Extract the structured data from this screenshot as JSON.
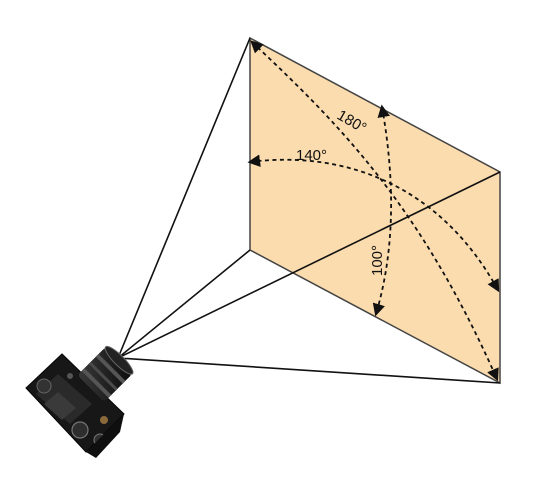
{
  "diagram": {
    "labels": {
      "horizontal": "140°",
      "diagonal": "180°",
      "vertical": "100°"
    },
    "colors": {
      "frame_fill": "#fbdcae",
      "line": "#111111",
      "frame_edge": "#444444"
    },
    "icons": {
      "camera": "mirrorless-camera-icon"
    }
  }
}
